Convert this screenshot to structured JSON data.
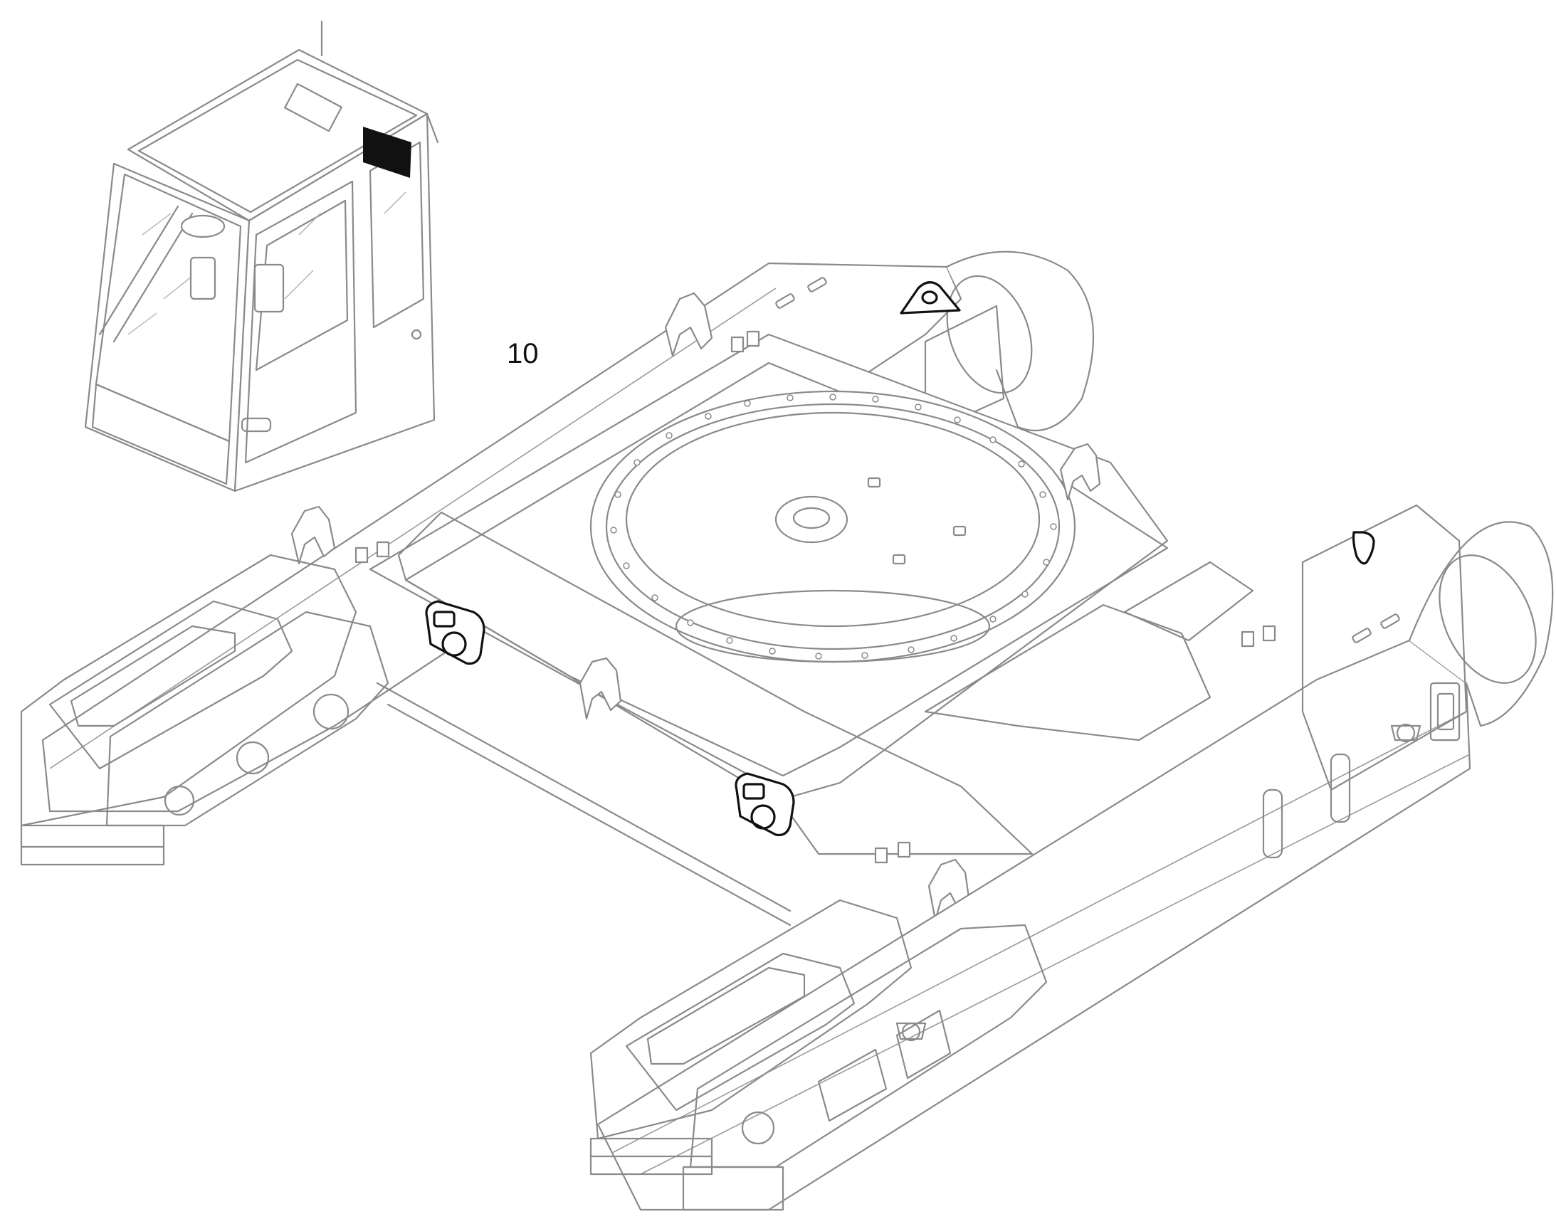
{
  "callouts": [
    {
      "id": "cab-label-callout",
      "text": "10"
    }
  ],
  "colors": {
    "line": "#8a8a8a",
    "highlight": "#111111",
    "label_marker": "#111111",
    "background": "#ffffff"
  },
  "icons": [
    "cab-drawing",
    "undercarriage-drawing",
    "decal-marker",
    "tie-down-lug"
  ]
}
